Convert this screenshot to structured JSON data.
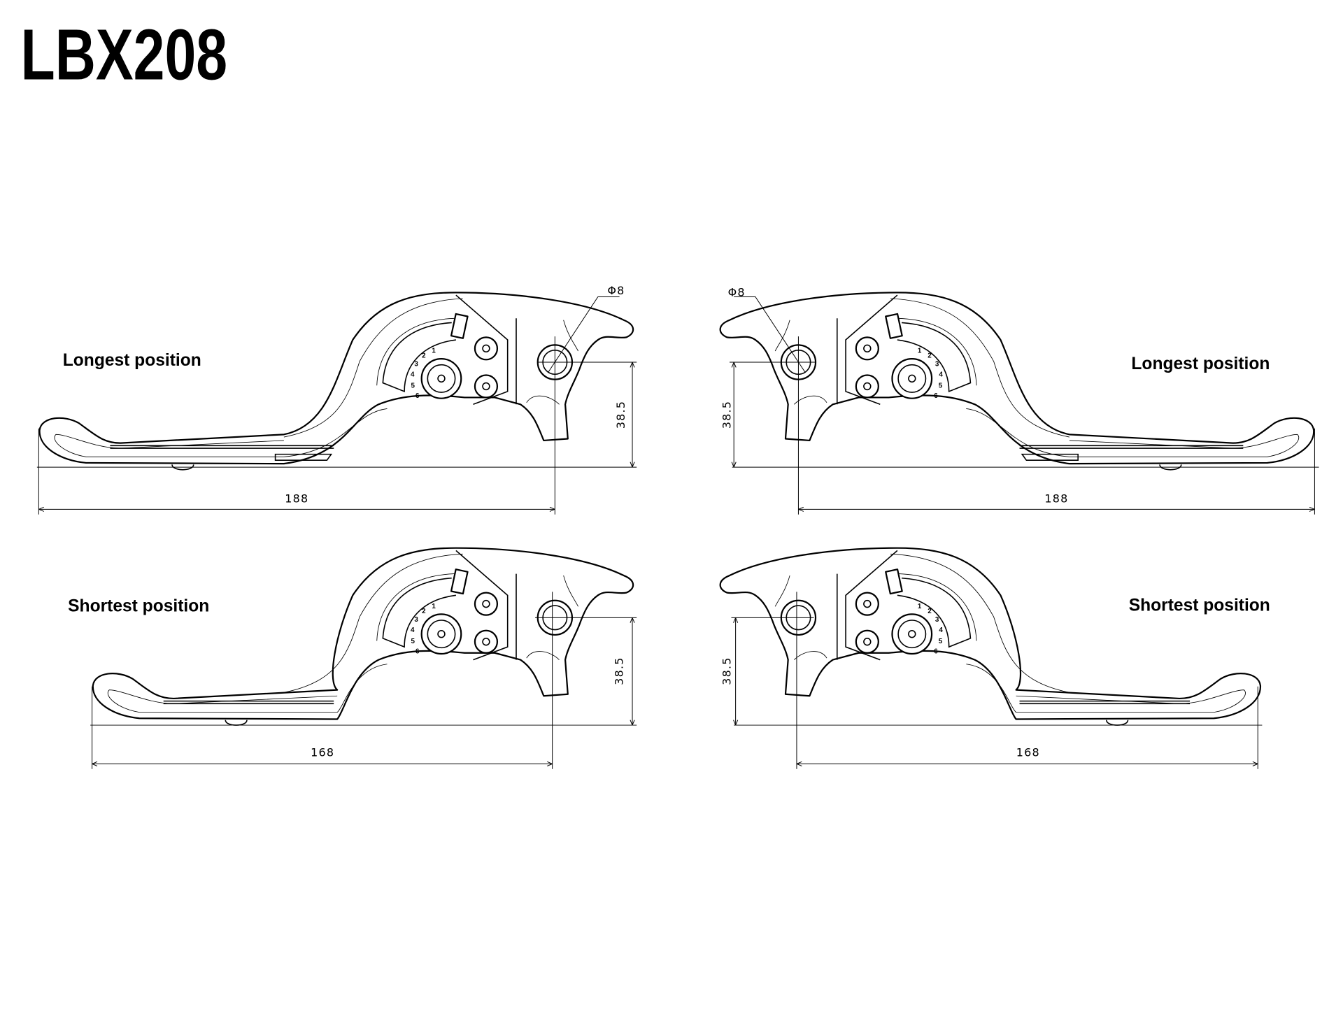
{
  "title": "LBX208",
  "views": {
    "top_left": {
      "label": "Longest position",
      "length": "188",
      "height": "38.5",
      "diameter": "Φ8"
    },
    "top_right": {
      "label": "Longest position",
      "length": "188",
      "height": "38.5",
      "diameter": "Φ8"
    },
    "bottom_left": {
      "label": "Shortest position",
      "length": "168",
      "height": "38.5"
    },
    "bottom_right": {
      "label": "Shortest position",
      "length": "168",
      "height": "38.5"
    }
  },
  "dial_numbers": [
    "1",
    "2",
    "3",
    "4",
    "5",
    "6"
  ]
}
